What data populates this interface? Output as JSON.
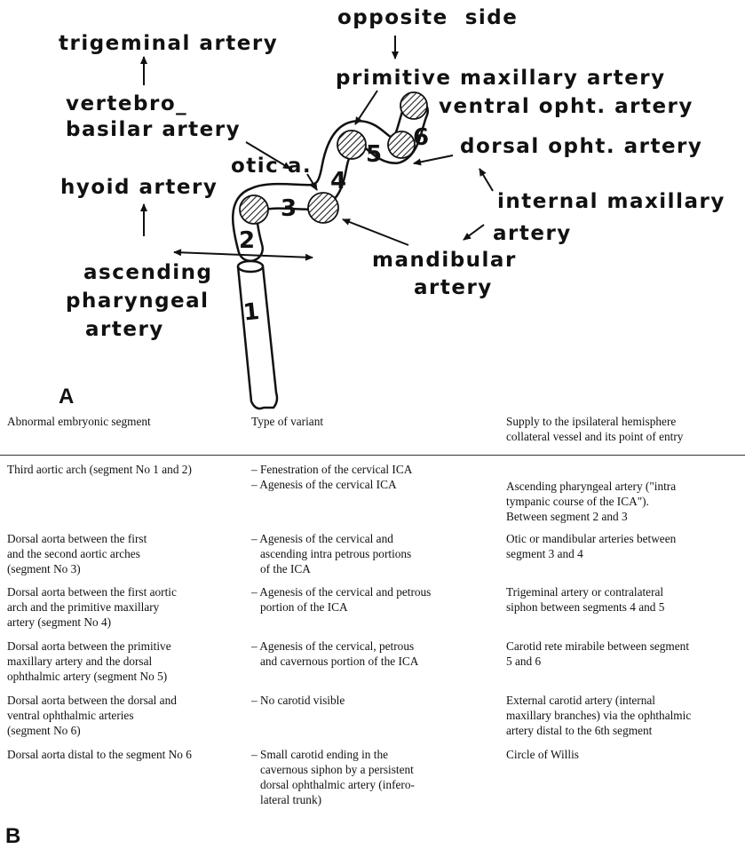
{
  "panel_a": {
    "letter": "A",
    "labels": {
      "opposite_side": "opposite  side",
      "trigeminal": "trigeminal artery",
      "primitive_maxillary": "primitive maxillary artery",
      "ventral_opht": "ventral opht. artery",
      "vertebro": "vertebro_",
      "basilar": "basilar artery",
      "dorsal_opht": "dorsal opht. artery",
      "otic": "otic a.",
      "hyoid": "hyoid artery",
      "internal_maxillary_1": "internal maxillary",
      "internal_maxillary_2": "artery",
      "mandibular_1": "mandibular",
      "mandibular_2": "artery",
      "ascending_1": "ascending",
      "ascending_2": "pharyngeal",
      "ascending_3": "artery"
    },
    "segments": [
      "1",
      "2",
      "3",
      "4",
      "5",
      "6"
    ]
  },
  "panel_b": {
    "letter": "B",
    "headers": {
      "col1": "Abnormal embryonic segment",
      "col2": "Type of variant",
      "col3": "Supply to the ipsilateral hemisphere\ncollateral vessel and its point of entry"
    },
    "rows": [
      {
        "segment": "Third aortic arch (segment No 1 and 2)",
        "variants": [
          "– Fenestration of the cervical ICA",
          "– Agenesis of the cervical ICA"
        ],
        "supply": "Ascending pharyngeal artery (\"intra\ntympanic course of the ICA\").\nBetween segment 2 and 3"
      },
      {
        "segment": "Dorsal aorta between the first\nand the second aortic arches\n(segment No 3)",
        "variants": [
          "– Agenesis of the cervical and\nascending intra petrous portions\nof the ICA"
        ],
        "supply": "Otic or mandibular arteries between\nsegment 3 and 4"
      },
      {
        "segment": "Dorsal aorta between the first aortic\narch and the primitive maxillary\nartery (segment No 4)",
        "variants": [
          "– Agenesis of the cervical and petrous\nportion of the ICA"
        ],
        "supply": "Trigeminal artery or contralateral\nsiphon between segments 4 and 5"
      },
      {
        "segment": "Dorsal aorta between the primitive\nmaxillary artery and the dorsal\nophthalmic artery (segment No 5)",
        "variants": [
          "– Agenesis of the cervical, petrous\nand cavernous portion of the ICA"
        ],
        "supply": "Carotid rete mirabile between segment\n5 and 6"
      },
      {
        "segment": "Dorsal aorta between the dorsal and\nventral ophthalmic arteries\n(segment No 6)",
        "variants": [
          "– No carotid visible"
        ],
        "supply": "External carotid artery (internal\nmaxillary branches) via the ophthalmic\nartery distal to the 6th segment"
      },
      {
        "segment": "Dorsal aorta distal to the segment No 6",
        "variants": [
          "– Small carotid ending in the\ncavernous siphon by a persistent\ndorsal ophthalmic artery (infero-\nlateral trunk)"
        ],
        "supply": "Circle of Willis"
      }
    ]
  }
}
